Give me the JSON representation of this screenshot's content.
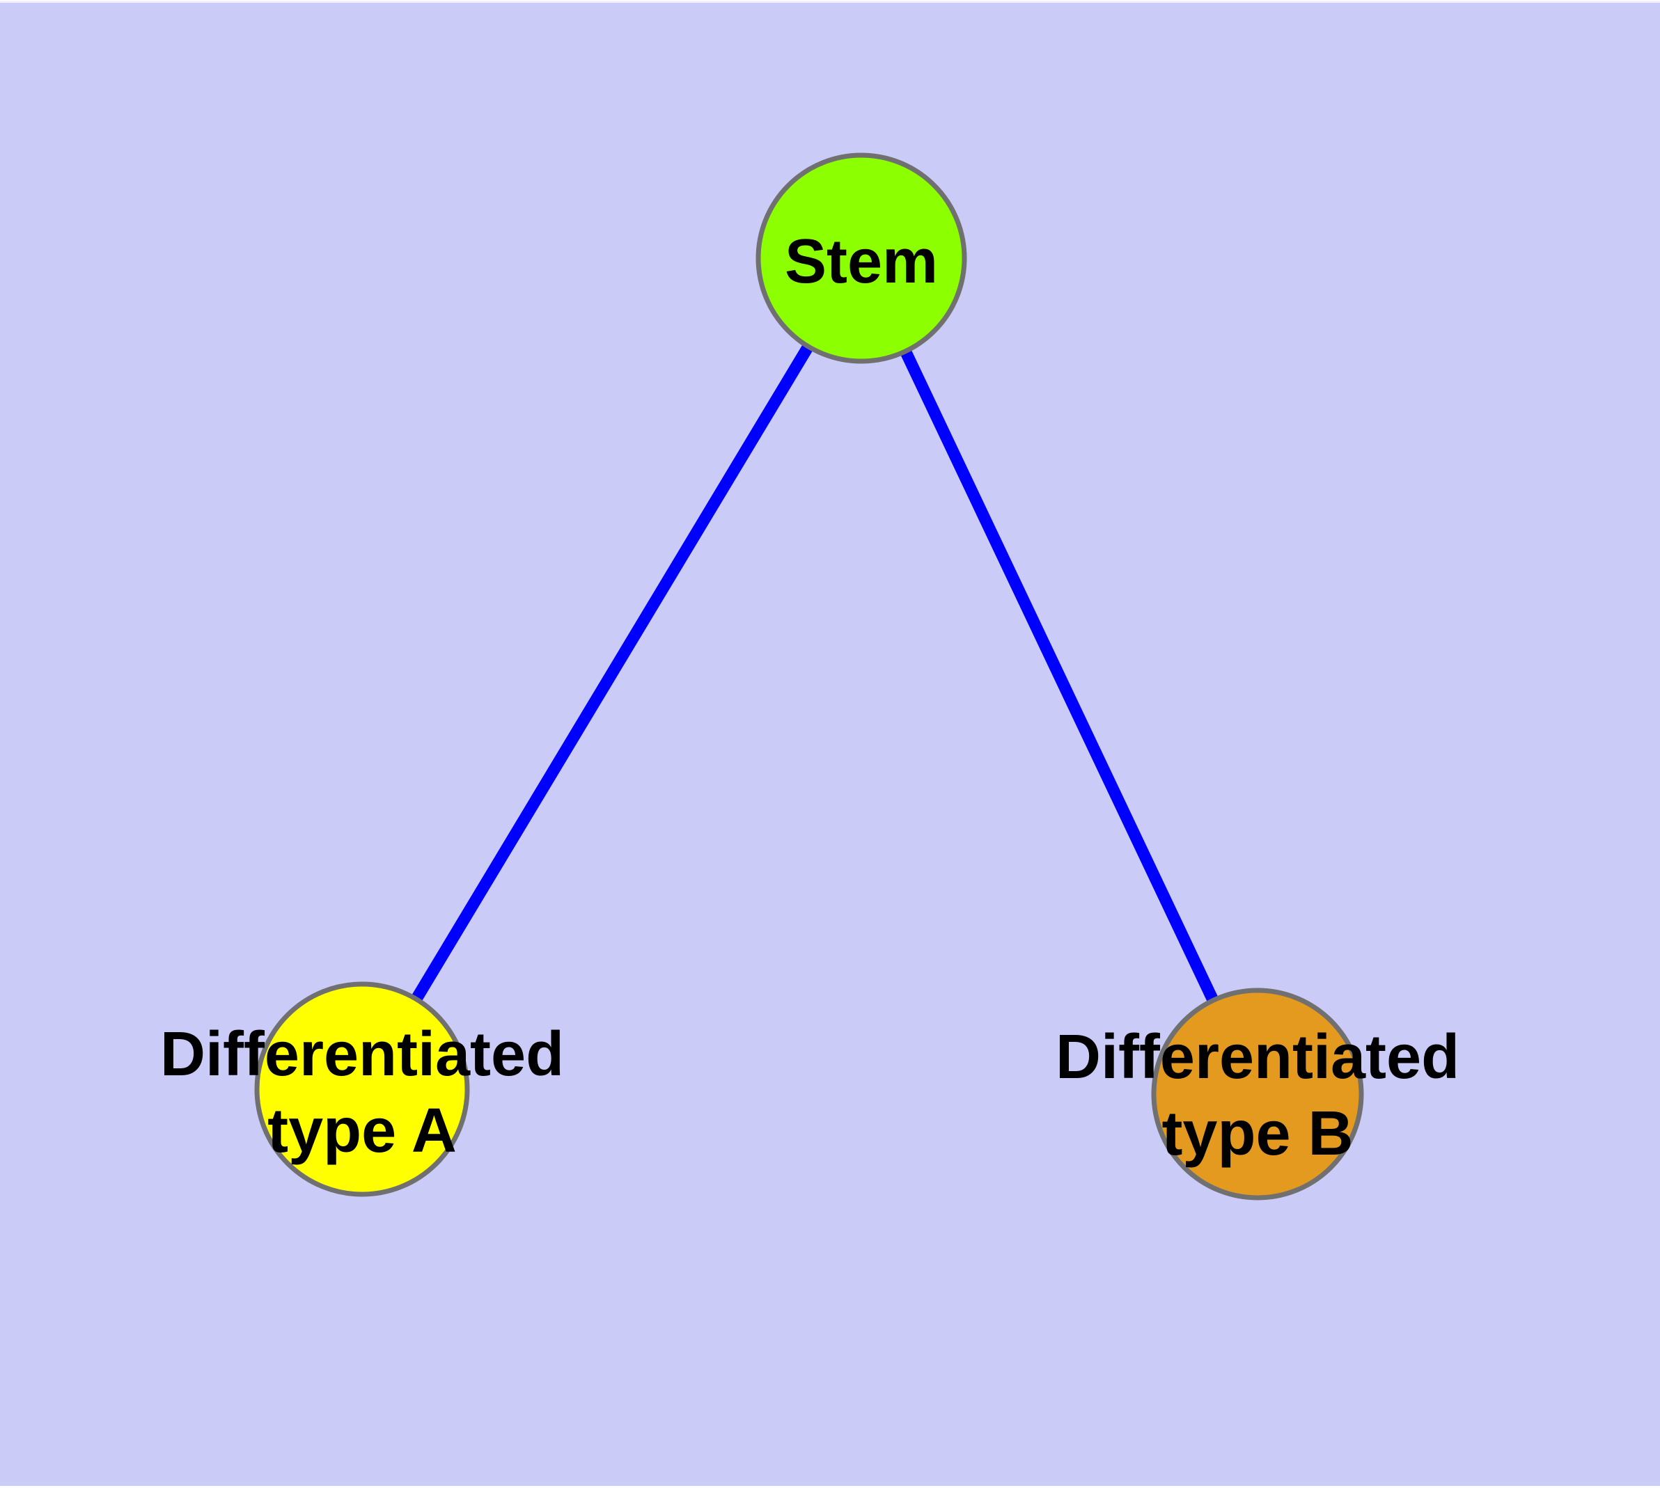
{
  "diagram": {
    "background_color": "#cbcbf7",
    "node_border_color": "#707070",
    "edge_color": "#0000ff",
    "label_text_color": "#000000",
    "nodes": [
      {
        "id": "stem",
        "label": "Stem",
        "fill_color": "#8cff00"
      },
      {
        "id": "differentiated-type-a",
        "label_line1": "Differentiated",
        "label_line2": "type A",
        "fill_color": "#ffff00"
      },
      {
        "id": "differentiated-type-b",
        "label_line1": "Differentiated",
        "label_line2": "type B",
        "fill_color": "#e39a1f"
      }
    ],
    "edges": [
      {
        "from": "Stem",
        "to": "Differentiated type A",
        "color": "#0000ff"
      },
      {
        "from": "Stem",
        "to": "Differentiated type B",
        "color": "#0000ff"
      }
    ]
  }
}
